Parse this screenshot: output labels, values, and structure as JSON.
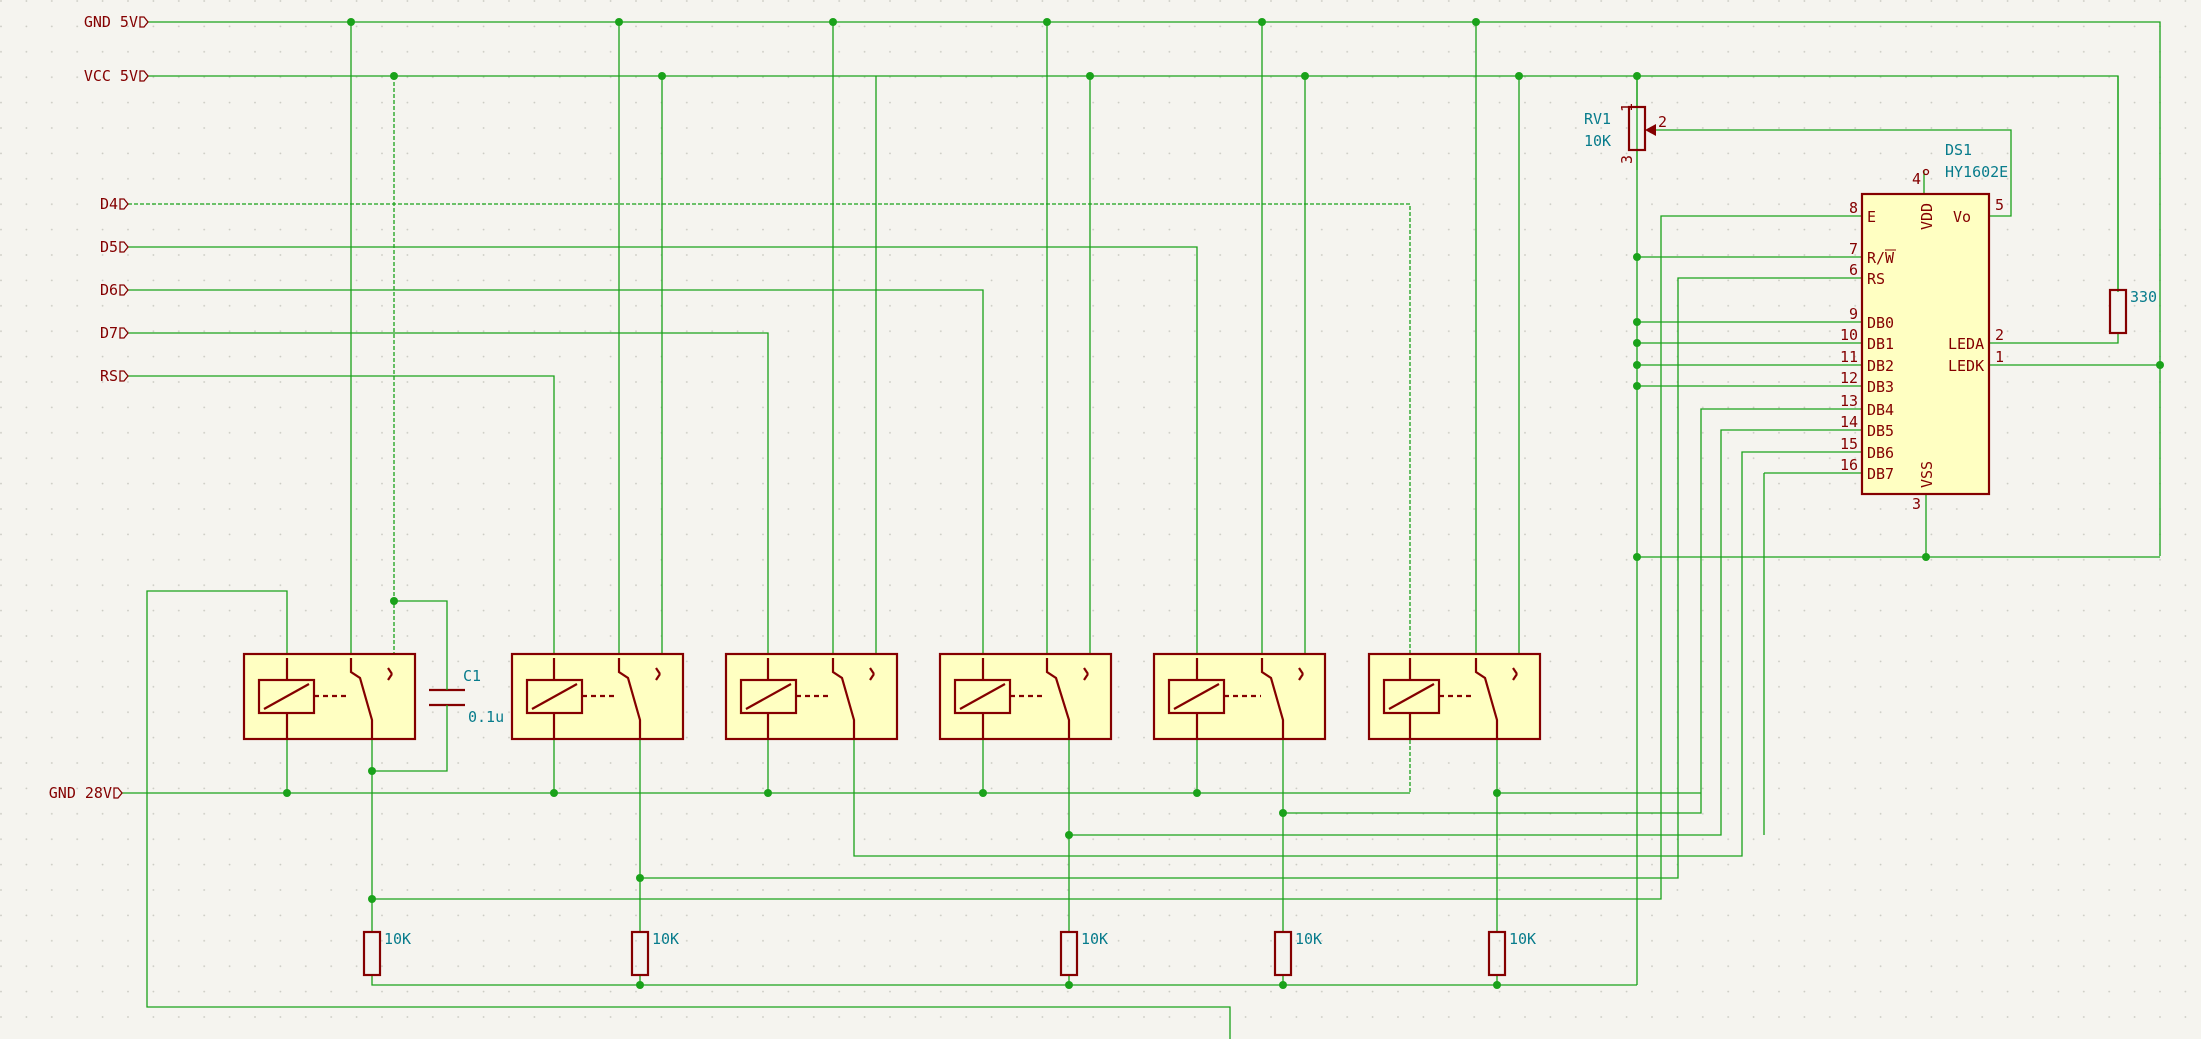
{
  "ports": {
    "gnd5": "GND 5V",
    "vcc5": "VCC 5V",
    "d4": "D4",
    "d5": "D5",
    "d6": "D6",
    "d7": "D7",
    "rs": "RS",
    "gnd28": "GND 28V"
  },
  "components": {
    "c1_ref": "C1",
    "c1_value": "0.1u",
    "rv1_ref": "RV1",
    "rv1_value": "10K",
    "rv1_pin_top": "1",
    "rv1_pin_wiper": "2",
    "rv1_pin_bottom": "3",
    "ds1_ref": "DS1",
    "ds1_value": "HY1602E",
    "r_led_value": "330",
    "r_pulldown_1": "10K",
    "r_pulldown_2": "10K",
    "r_pulldown_3": "10K",
    "r_pulldown_4": "10K",
    "r_pulldown_5": "10K"
  },
  "lcd": {
    "pins_left": [
      {
        "num": "8",
        "name": "E"
      },
      {
        "num": "7",
        "name": "R/W"
      },
      {
        "num": "6",
        "name": "RS"
      },
      {
        "num": "9",
        "name": "DB0"
      },
      {
        "num": "10",
        "name": "DB1"
      },
      {
        "num": "11",
        "name": "DB2"
      },
      {
        "num": "12",
        "name": "DB3"
      },
      {
        "num": "13",
        "name": "DB4"
      },
      {
        "num": "14",
        "name": "DB5"
      },
      {
        "num": "15",
        "name": "DB6"
      },
      {
        "num": "16",
        "name": "DB7"
      }
    ],
    "vdd": {
      "num": "4",
      "name": "VDD"
    },
    "vo": {
      "num": "5",
      "name": "Vo"
    },
    "leda": {
      "num": "2",
      "name": "LEDA"
    },
    "ledk": {
      "num": "1",
      "name": "LEDK"
    },
    "vss": {
      "num": "3",
      "name": "VSS"
    }
  },
  "colors": {
    "wire": "#1aa21a",
    "symbol": "#840000",
    "symbol_fill": "#ffffc2",
    "reference": "#087c8c",
    "background": "#f5f4ef"
  }
}
